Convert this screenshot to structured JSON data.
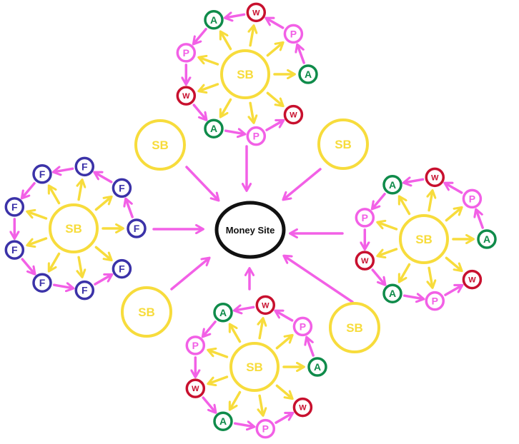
{
  "colors": {
    "sb": "#f7dc3c",
    "sb_arrow": "#f7dc3c",
    "link_arrow": "#f260e6",
    "money_border": "#111111",
    "money_text": "#111111",
    "A": "#0f8b4a",
    "P": "#f260e6",
    "W": "#c8102e",
    "F": "#3b32a8"
  },
  "money_site": {
    "label": "Money Site"
  },
  "sb_label": "SB",
  "node_labels": {
    "A": "A",
    "P": "P",
    "W": "W",
    "F": "F"
  },
  "clusters": [
    {
      "id": "top",
      "nodes": [
        "A",
        "P",
        "W",
        "A",
        "P",
        "W",
        "A",
        "P",
        "W"
      ]
    },
    {
      "id": "right",
      "nodes": [
        "A",
        "P",
        "W",
        "A",
        "P",
        "W",
        "A",
        "P",
        "W"
      ]
    },
    {
      "id": "bottom",
      "nodes": [
        "A",
        "P",
        "W",
        "A",
        "P",
        "W",
        "A",
        "P",
        "W"
      ]
    },
    {
      "id": "left",
      "nodes": [
        "F",
        "F",
        "F",
        "F",
        "F",
        "F",
        "F",
        "F",
        "F"
      ]
    }
  ],
  "standalone_sbs": [
    "SB",
    "SB",
    "SB",
    "SB"
  ]
}
